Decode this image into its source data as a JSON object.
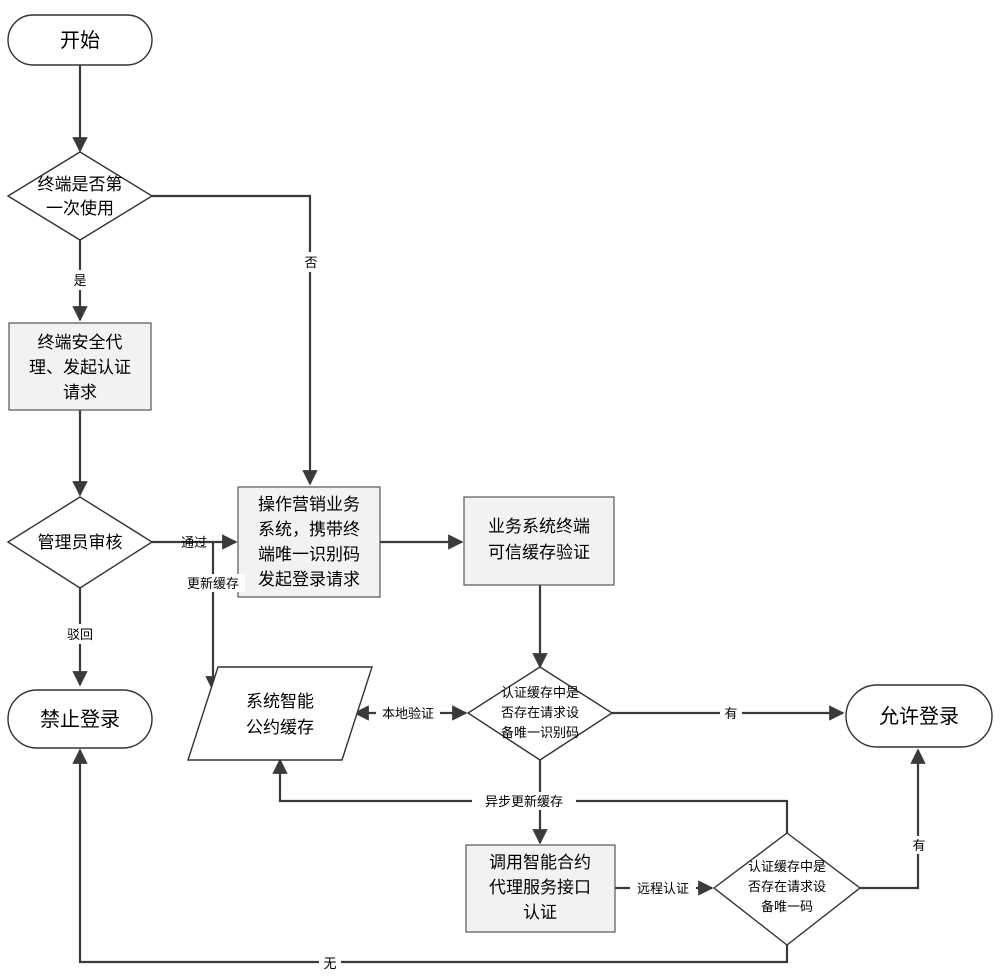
{
  "nodes": {
    "start": "开始",
    "first_use": [
      "终端是否第",
      "一次使用"
    ],
    "security_agent": [
      "终端安全代",
      "理、发起认证",
      "请求"
    ],
    "admin_review": "管理员审核",
    "forbid_login": "禁止登录",
    "operate_system": [
      "操作营销业务",
      "系统，携带终",
      "端唯一识别码",
      "发起登录请求"
    ],
    "trusted_cache": [
      "业务系统终端",
      "可信缓存验证"
    ],
    "contract_cache": [
      "系统智能",
      "公约缓存"
    ],
    "cache_check_local": [
      "认证缓存中是",
      "否存在请求设",
      "备唯一识别码"
    ],
    "allow_login": "允许登录",
    "call_proxy": [
      "调用智能合约",
      "代理服务接口",
      "认证"
    ],
    "cache_check_remote": [
      "认证缓存中是",
      "否存在请求设",
      "备唯一码"
    ]
  },
  "edge_labels": {
    "no": "否",
    "yes": "是",
    "pass": "通过",
    "update_cache": "更新缓存",
    "reject": "驳回",
    "local_verify": "本地验证",
    "has_local": "有",
    "async_update": "异步更新缓存",
    "remote_verify": "远程认证",
    "has_remote": "有",
    "none": "无"
  }
}
